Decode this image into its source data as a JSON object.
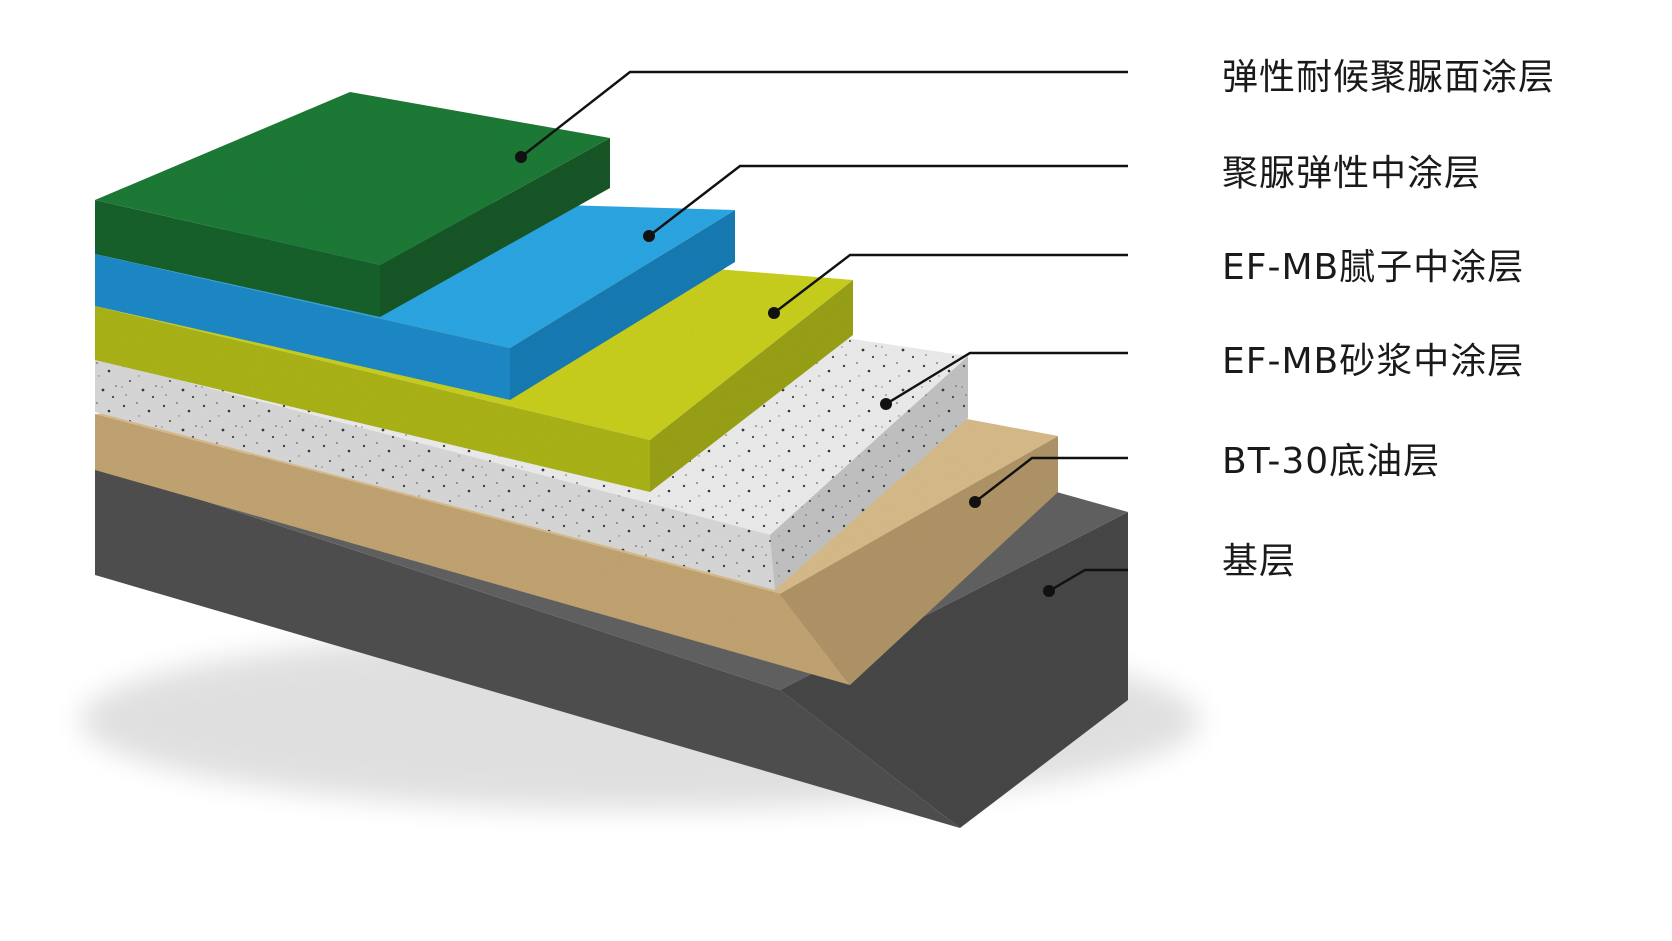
{
  "layers": [
    {
      "id": "topcoat",
      "label": "弹性耐候聚脲面涂层",
      "top_color": "#1f7a35",
      "side_color": "#16602a",
      "texture": "fine"
    },
    {
      "id": "polyurea-mid",
      "label": "聚脲弹性中涂层",
      "top_color": "#2aa6e3",
      "side_color": "#1b89c7",
      "texture": "fine"
    },
    {
      "id": "putty",
      "label": "EF-MB腻子中涂层",
      "top_color": "#c9cf1e",
      "side_color": "#aab317",
      "texture": "fine"
    },
    {
      "id": "mortar",
      "label": "EF-MB砂浆中涂层",
      "top_color": "#ececec",
      "side_color": "#d8d8d8",
      "texture": "speckled"
    },
    {
      "id": "primer",
      "label": "BT-30底油层",
      "top_color": "#d7bb8a",
      "side_color": "#c2a472",
      "texture": "fine"
    },
    {
      "id": "substrate",
      "label": "基层",
      "top_color": "#616161",
      "side_color": "#4f4f4f",
      "texture": "concrete"
    }
  ],
  "leader_color": "#111111"
}
